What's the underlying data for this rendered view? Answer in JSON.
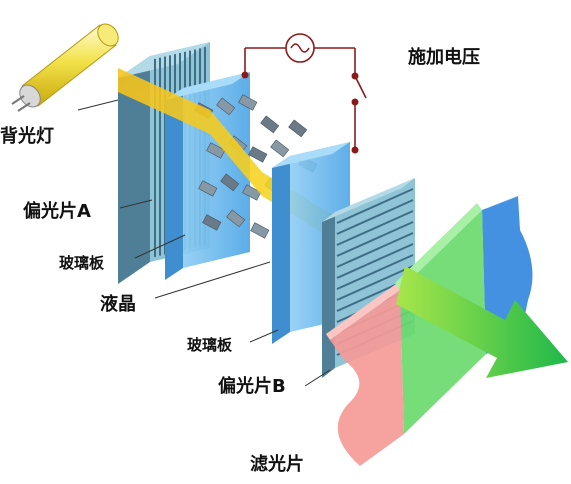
{
  "labels": {
    "backlight": "背光灯",
    "polarizer_a": "偏光片A",
    "glass_top": "玻璃板",
    "liquid_crystal": "液晶",
    "glass_bottom": "玻璃板",
    "polarizer_b": "偏光片B",
    "color_filter": "滤光片",
    "apply_voltage": "施加电压"
  },
  "colors": {
    "backlight_tube": "#f2e24a",
    "polarizer_front": "#8fc3d6",
    "polarizer_edge": "#4f7f97",
    "glass": "#63b4ea",
    "light_beam": "#f5d90f",
    "filter_red": "#f59a97",
    "filter_green": "#67d96a",
    "filter_blue": "#3a8be0",
    "arrow": "#52c83d"
  }
}
